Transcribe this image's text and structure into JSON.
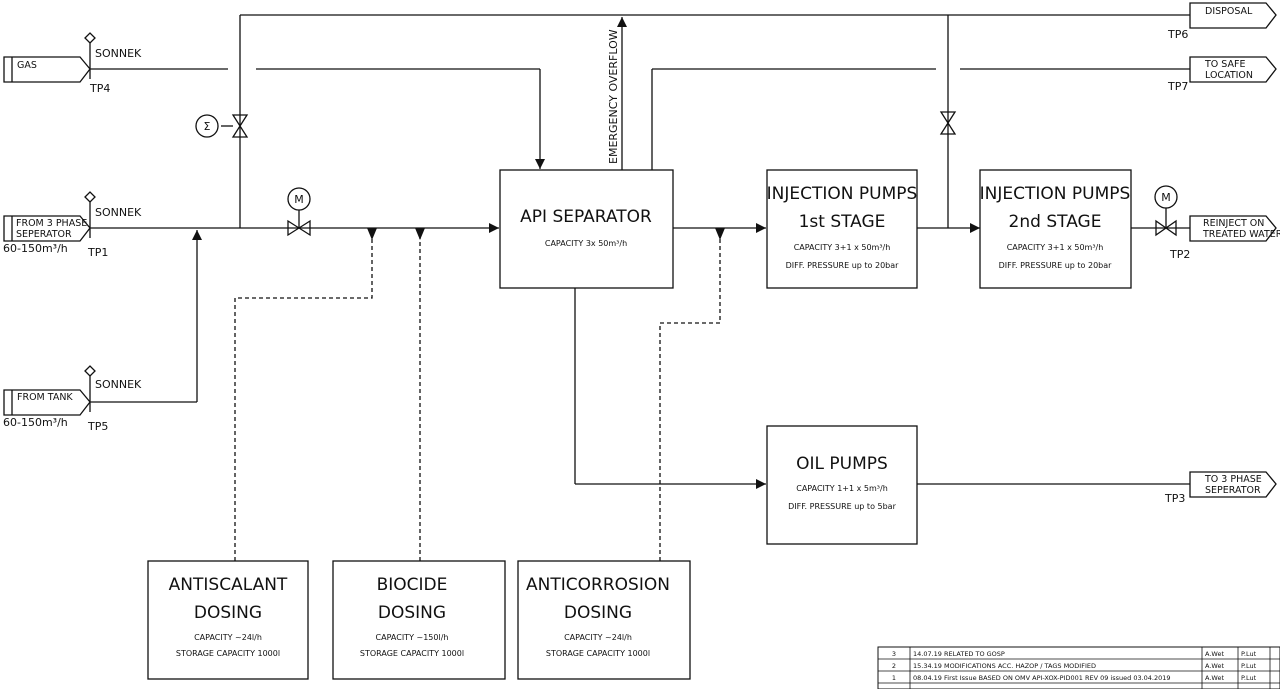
{
  "title_block": {
    "rows": [
      {
        "rev": "3",
        "text": "14.07.19 RELATED TO GOSP",
        "by": "A.Wet",
        "chk": "P.Lut"
      },
      {
        "rev": "2",
        "text": "15.34.19 MODIFICATIONS ACC. HAZOP / TAGS MODIFIED",
        "by": "A.Wet",
        "chk": "P.Lut"
      },
      {
        "rev": "1",
        "text": "08.04.19 First Issue BASED ON OMV API-XOX-PID001 REV 09 issued 03.04.2019",
        "by": "A.Wet",
        "chk": "P.Lut"
      }
    ]
  },
  "boxes": {
    "api": {
      "title": "API SEPARATOR",
      "cap": "CAPACITY 3x 50m³/h"
    },
    "inj1": {
      "title1": "INJECTION PUMPS",
      "title2": "1st STAGE",
      "cap": "CAPACITY 3+1 x 50m³/h",
      "diff": "DIFF. PRESSURE up to 20bar"
    },
    "inj2": {
      "title1": "INJECTION PUMPS",
      "title2": "2nd STAGE",
      "cap": "CAPACITY 3+1 x 50m³/h",
      "diff": "DIFF. PRESSURE up to 20bar"
    },
    "oil": {
      "title": "OIL PUMPS",
      "cap": "CAPACITY 1+1 x 5m³/h",
      "diff": "DIFF. PRESSURE up to 5bar"
    },
    "antiscalant": {
      "title1": "ANTISCALANT",
      "title2": "DOSING",
      "cap": "CAPACITY ~24l/h",
      "storage": "STORAGE CAPACITY 1000l"
    },
    "biocide": {
      "title1": "BIOCIDE",
      "title2": "DOSING",
      "cap": "CAPACITY ~150l/h",
      "storage": "STORAGE CAPACITY 1000l"
    },
    "anticorrosion": {
      "title1": "ANTICORROSION",
      "title2": "DOSING",
      "cap": "CAPACITY ~24l/h",
      "storage": "STORAGE CAPACITY 1000l"
    }
  },
  "flags": {
    "gas": "GAS",
    "from3a": "FROM 3 PHASE",
    "from3b": "SEPERATOR",
    "fromtank": "FROM TANK",
    "disposal": "DISPOSAL",
    "safe1": "TO SAFE",
    "safe2": "LOCATION",
    "reinj1": "REINJECT ON",
    "reinj2": "TREATED WATER",
    "to3a": "TO 3 PHASE",
    "to3b": "SEPERATOR"
  },
  "labels": {
    "sonnek": "SONNEK",
    "tp1": "TP1",
    "tp2": "TP2",
    "tp3": "TP3",
    "tp4": "TP4",
    "tp5": "TP5",
    "tp6": "TP6",
    "tp7": "TP7",
    "flow1": "60-150m³/h",
    "flow2": "60-150m³/h",
    "overflow": "EMERGENCY OVERFLOW",
    "motor": "M",
    "sigma": "Σ"
  }
}
